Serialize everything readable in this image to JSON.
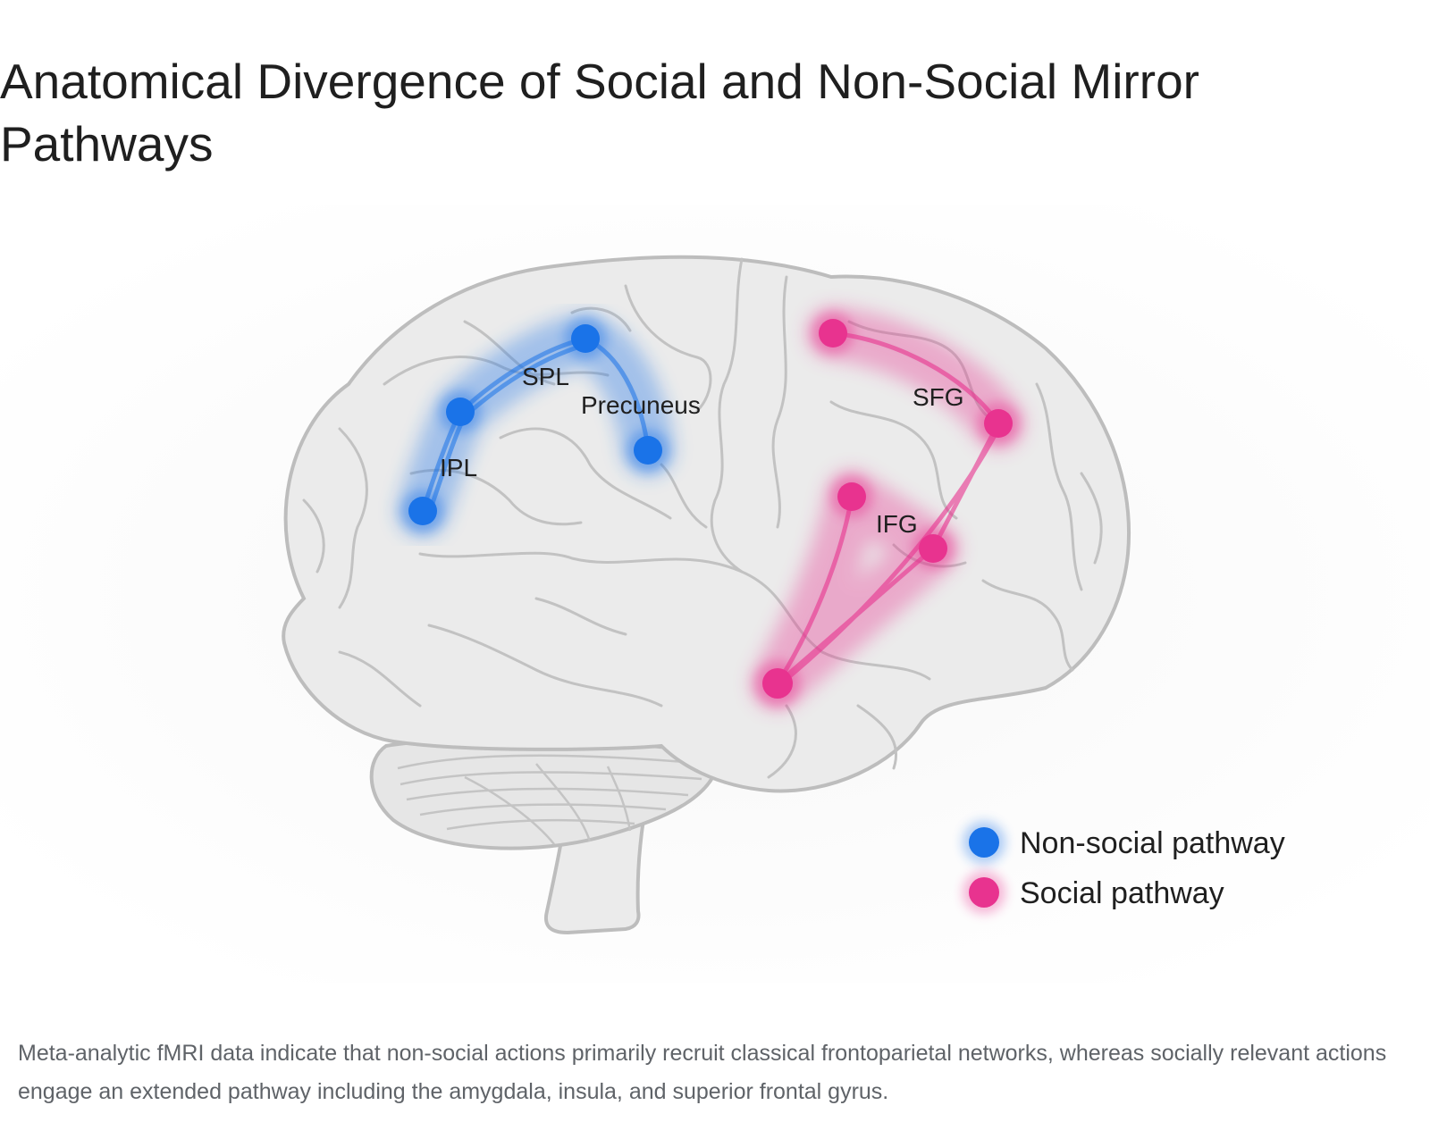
{
  "title": "Anatomical Divergence of Social and Non-Social Mirror Pathways",
  "diagram": {
    "regions": {
      "spl": "SPL",
      "precuneus": "Precuneus",
      "ipl": "IPL",
      "sfg": "SFG",
      "ifg": "IFG"
    },
    "legend": [
      {
        "label": "Non-social pathway",
        "color": "#1a73e8"
      },
      {
        "label": "Social pathway",
        "color": "#e8338f"
      }
    ],
    "colors": {
      "non_social": "#1a73e8",
      "social": "#e8338f",
      "brain_fill": "#ebebeb",
      "brain_stroke": "#bdbdbd"
    }
  },
  "caption": "Meta-analytic fMRI data indicate that non-social actions primarily recruit classical frontoparietal networks, whereas socially relevant actions engage an extended pathway including the amygdala, insula, and superior frontal gyrus."
}
